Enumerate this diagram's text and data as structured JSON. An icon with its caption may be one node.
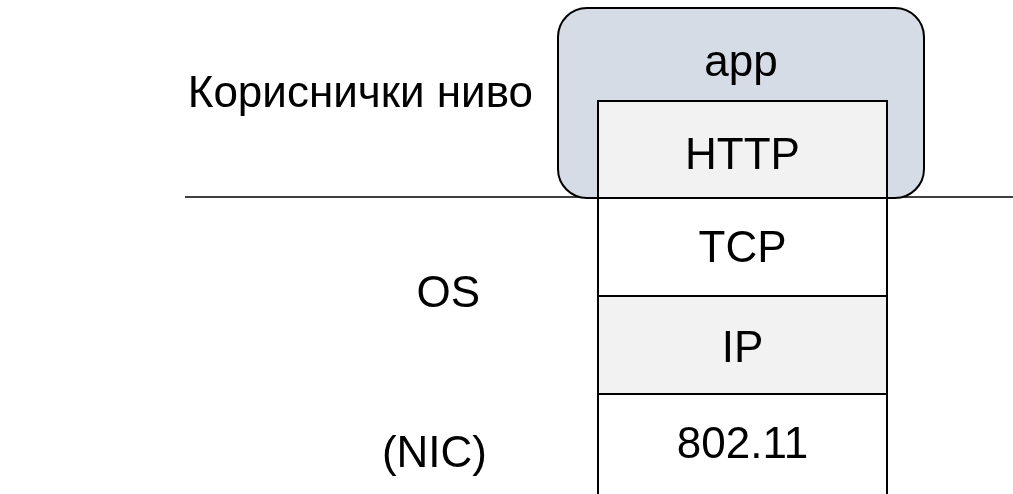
{
  "diagram": {
    "nodes": [
      {
        "text": [
          "app"
        ]
      },
      {
        "text": [
          "HTTP"
        ],
        "in": 0
      },
      {
        "text": [
          "TCP"
        ]
      },
      {
        "text": [
          "IP"
        ]
      },
      {
        "text": [
          "802.11"
        ]
      }
    ],
    "edges": [],
    "labels": [
      "Кориснички ниво",
      "OS",
      "(NIC)"
    ]
  }
}
